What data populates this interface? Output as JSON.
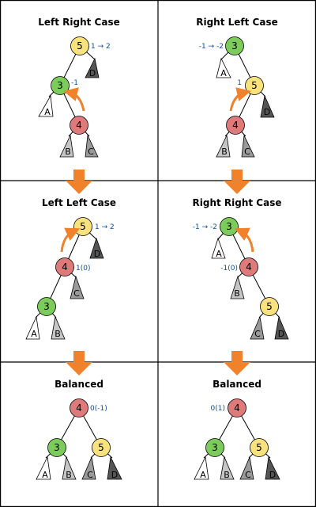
{
  "colors": {
    "node_green": "#7ccc5b",
    "node_yellow": "#f7e27e",
    "node_red": "#de7a7a",
    "subtree_white": "#ffffff",
    "subtree_light": "#c6c6c6",
    "subtree_mid": "#9a9a9a",
    "subtree_dark": "#555555",
    "arrow_orange": "#f0822c",
    "balance_blue": "#0b4f9c"
  },
  "panels": {
    "left_right_case": {
      "title": "Left Right Case",
      "node_top": "5",
      "bf_top": "1 → 2",
      "node_mid": "3",
      "bf_mid": "-1",
      "node_bottom": "4",
      "sub_a": "A",
      "sub_b": "B",
      "sub_c": "C",
      "sub_d": "D"
    },
    "right_left_case": {
      "title": "Right Left Case",
      "node_top": "3",
      "bf_top": "-1 → -2",
      "node_mid": "5",
      "bf_mid": "1",
      "node_bottom": "4",
      "sub_a": "A",
      "sub_b": "B",
      "sub_c": "C",
      "sub_d": "D"
    },
    "left_left_case": {
      "title": "Left Left Case",
      "node_top": "5",
      "bf_top": "1 → 2",
      "node_mid": "4",
      "bf_mid": "1(0)",
      "node_bottom": "3",
      "sub_a": "A",
      "sub_b": "B",
      "sub_c": "C",
      "sub_d": "D"
    },
    "right_right_case": {
      "title": "Right Right Case",
      "node_top": "3",
      "bf_top": "-1 → -2",
      "node_mid": "4",
      "bf_mid": "-1(0)",
      "node_bottom": "5",
      "sub_a": "A",
      "sub_b": "B",
      "sub_c": "C",
      "sub_d": "D"
    },
    "balanced_left": {
      "title": "Balanced",
      "node_root": "4",
      "bf_root": "0(-1)",
      "node_left": "3",
      "node_right": "5",
      "sub_a": "A",
      "sub_b": "B",
      "sub_c": "C",
      "sub_d": "D"
    },
    "balanced_right": {
      "title": "Balanced",
      "node_root": "4",
      "bf_root": "0(1)",
      "node_left": "3",
      "node_right": "5",
      "sub_a": "A",
      "sub_b": "B",
      "sub_c": "C",
      "sub_d": "D"
    }
  }
}
